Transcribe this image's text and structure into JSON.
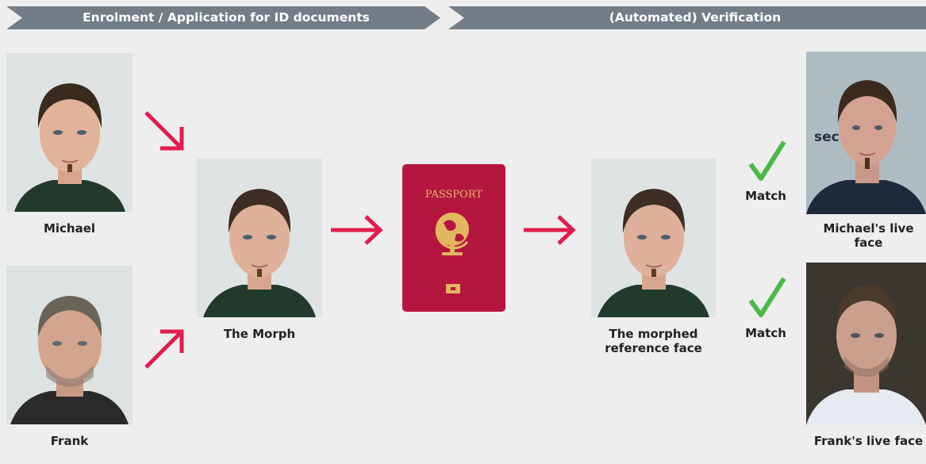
{
  "banners": {
    "enrolment": "Enrolment / Application for ID documents",
    "verification": "(Automated) Verification"
  },
  "captions": {
    "michael": "Michael",
    "frank": "Frank",
    "morph": "The Morph",
    "morphed_reference": "The morphed reference face",
    "michael_live": "Michael's live face",
    "frank_live": "Frank's live face"
  },
  "passport": {
    "label": "PASSPORT"
  },
  "matches": {
    "first": "Match",
    "second": "Match"
  },
  "live_overlay_text": "sec",
  "colors": {
    "banner": "#737d87",
    "arrow": "#e21c4c",
    "check": "#4cb848",
    "passport": "#b5163f",
    "passport_gold": "#e3b75f"
  }
}
